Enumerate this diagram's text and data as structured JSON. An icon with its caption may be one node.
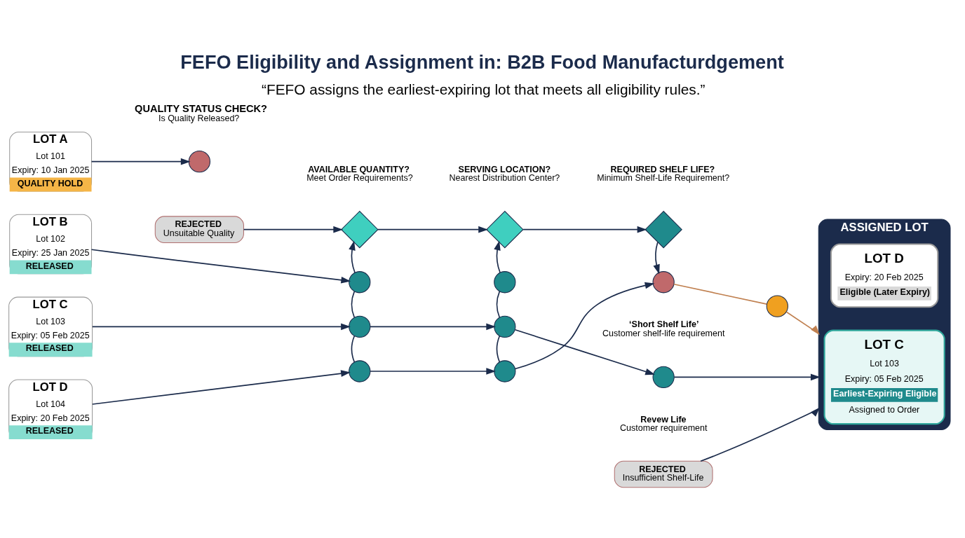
{
  "diagram": {
    "title": "FEFO Eligibility and Assignment in: B2B Food Manufacturdgement",
    "caption": "“FEFO assigns the earliest-expiring lot that meets all eligibility rules.”",
    "nodes": [
      {
        "text": [
          "LOT A",
          "Lot 101",
          "Expiry: 10 Jan 2025",
          "QUALITY HOLD"
        ]
      },
      {
        "text": [
          "LOT B",
          "Lot 102",
          "Expiry: 25 Jan 2025",
          "RELEASED"
        ]
      },
      {
        "text": [
          "LOT C",
          "Lot 103",
          "Expiry: 05 Feb 2025",
          "RELEASED"
        ]
      },
      {
        "text": [
          "LOT D",
          "Lot 104",
          "Expiry: 20 Feb 2025",
          "RELEASED"
        ]
      },
      {
        "text": [],
        "shape": "circle"
      },
      {
        "text": [
          "REJECTED",
          "Unsuitable Quality"
        ]
      },
      {
        "text": [],
        "shape": "diamond",
        "beside": [
          "AVAILABLE QUANTITY?",
          "Meet Order Requirements?"
        ]
      },
      {
        "text": [],
        "shape": "diamond",
        "beside": [
          "SERVING LOCATION?",
          "Nearest Distribution Center?"
        ]
      },
      {
        "text": [],
        "shape": "diamond",
        "beside": [
          "REQUIRED SHELF LIFE?",
          "Minimum Shelf-Life Requirement?"
        ]
      },
      {
        "text": [],
        "shape": "circle"
      },
      {
        "text": [],
        "shape": "circle"
      },
      {
        "text": [],
        "shape": "circle"
      },
      {
        "text": [],
        "shape": "circle"
      },
      {
        "text": [],
        "shape": "circle"
      },
      {
        "text": [],
        "shape": "circle"
      },
      {
        "text": [],
        "shape": "circle",
        "beside": [
          "‘Short Shelf Life’",
          "Customer shelf-life requirement"
        ]
      },
      {
        "text": [],
        "shape": "circle"
      },
      {
        "text": [],
        "shape": "circle",
        "beside": [
          "Revew Life",
          "Customer requirement"
        ]
      },
      {
        "text": [
          "REJECTED",
          "Insufficient Shelf-Life"
        ]
      },
      {
        "text": [
          "ASSIGNED LOT"
        ]
      },
      {
        "text": [
          "LOT C",
          "Lot 103",
          "Expiry: 05 Feb 2025",
          "Earliest-Expiring Eligible",
          "Assigned to Order"
        ],
        "in": 19
      },
      {
        "text": [
          "LOT D",
          "Expiry: 20 Feb 2025",
          "Eligible (Later Expiry)"
        ],
        "in": 19
      }
    ],
    "edges": [
      {
        "from": 0,
        "to": 4,
        "arrow": "to"
      },
      {
        "from": 5,
        "to": 6,
        "arrow": "to"
      },
      {
        "from": 6,
        "to": 7,
        "arrow": "to"
      },
      {
        "from": 7,
        "to": 8,
        "arrow": "to"
      },
      {
        "from": 1,
        "to": 9,
        "arrow": "to"
      },
      {
        "from": 11,
        "to": 10,
        "arrow": "none"
      },
      {
        "from": 10,
        "to": 9,
        "arrow": "none"
      },
      {
        "from": 9,
        "to": 6,
        "arrow": "to"
      },
      {
        "from": 14,
        "to": 13,
        "arrow": "none"
      },
      {
        "from": 13,
        "to": 12,
        "arrow": "none"
      },
      {
        "from": 12,
        "to": 7,
        "arrow": "to"
      },
      {
        "from": 2,
        "to": 10,
        "arrow": "to"
      },
      {
        "from": 10,
        "to": 13,
        "arrow": "to"
      },
      {
        "from": 13,
        "to": 17,
        "arrow": "to"
      },
      {
        "from": 17,
        "to": 19,
        "arrow": "to"
      },
      {
        "from": 3,
        "to": 11,
        "arrow": "to"
      },
      {
        "from": 11,
        "to": 14,
        "arrow": "to"
      },
      {
        "from": 14,
        "to": 15,
        "arrow": "to"
      },
      {
        "from": 8,
        "to": 15,
        "arrow": "to"
      },
      {
        "from": 15,
        "to": 16,
        "arrow": "none",
        "color": "#c08050"
      },
      {
        "from": 16,
        "to": 19,
        "arrow": "to",
        "color": "#c08050"
      },
      {
        "from": 18,
        "to": 19,
        "arrow": "to"
      }
    ],
    "labels": [
      "QUALITY STATUS CHECK?",
      "Is Quality Released?"
    ]
  }
}
